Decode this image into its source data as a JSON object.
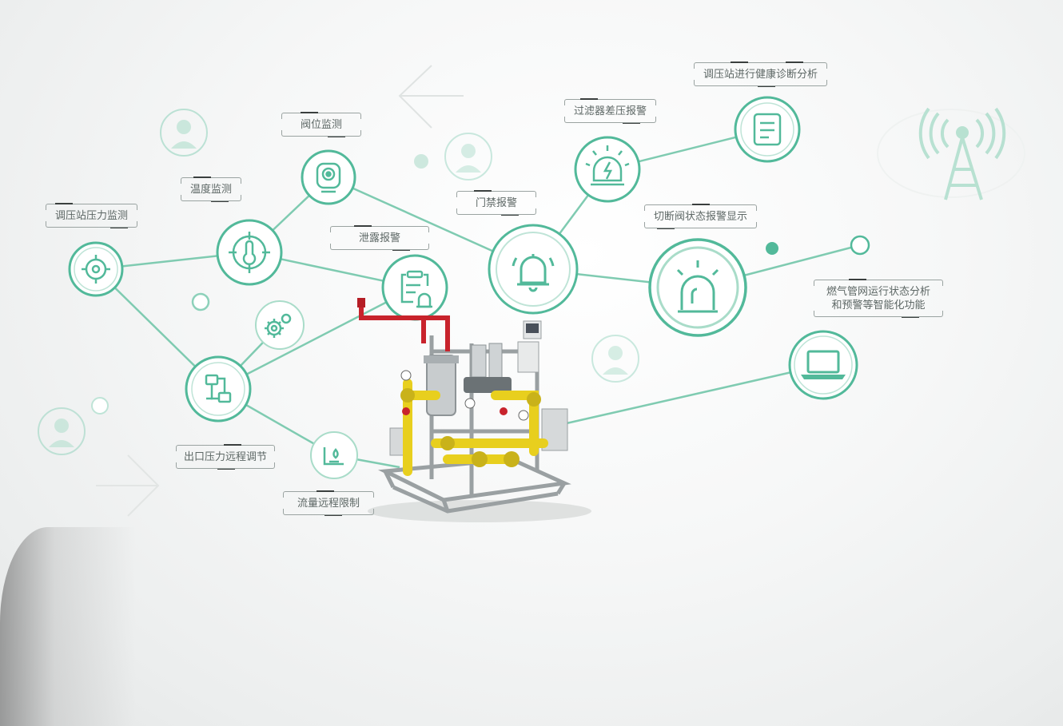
{
  "colors": {
    "accent": "#52b99a",
    "accent_dark": "#3aa583",
    "accent_light": "#a9dcc9",
    "label_text": "#5d6765",
    "pipe_yellow": "#e8cf1e",
    "pipe_red": "#c8232c"
  },
  "labels": {
    "station_pressure": "调压站压力监测",
    "temperature": "温度监测",
    "valve_position": "阀位监测",
    "leak_alarm": "泄露报警",
    "door_alarm": "门禁报警",
    "filter_alarm": "过滤器差压报警",
    "health_diagnosis": "调压站进行健康诊断分析",
    "shutoff_alarm": "切断阀状态报警显示",
    "network_analysis_line1": "燃气管网运行状态分析",
    "network_analysis_line2": "和预警等智能化功能",
    "outlet_pressure": "出口压力远程调节",
    "flow_limit": "流量远程限制"
  },
  "icons": {
    "target": "target-icon",
    "thermometer": "thermometer-icon",
    "camera": "camera-icon",
    "clipboard_bell": "clipboard-bell-icon",
    "bell": "bell-icon",
    "alarm_flash": "alarm-flash-icon",
    "document": "document-icon",
    "siren": "siren-icon",
    "laptop": "laptop-icon",
    "network": "network-icon",
    "gears": "gears-icon",
    "flow": "flow-icon",
    "user": "user-icon",
    "antenna": "antenna-icon"
  }
}
